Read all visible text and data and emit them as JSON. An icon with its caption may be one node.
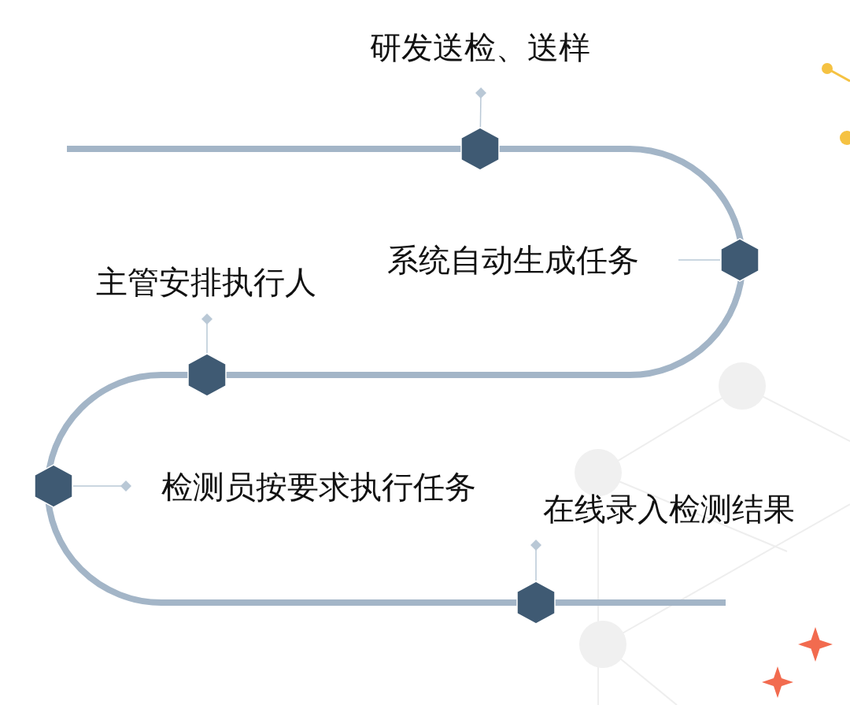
{
  "diagram": {
    "nodes": [
      {
        "text": [
          "研发送检、送样"
        ]
      },
      {
        "text": [
          "系统自动生成任务"
        ]
      },
      {
        "text": [
          "主管安排执行人"
        ]
      },
      {
        "text": [
          "检测员按要求执行任务"
        ]
      },
      {
        "text": [
          "在线录入检测结果"
        ]
      },
      {
        "text": [],
        "shape": "hexagon"
      },
      {
        "text": [],
        "shape": "hexagon"
      },
      {
        "text": [],
        "shape": "hexagon"
      },
      {
        "text": [],
        "shape": "hexagon"
      },
      {
        "text": [],
        "shape": "hexagon"
      }
    ],
    "edges": [
      {
        "from": 0,
        "to": 5,
        "arrow": "other"
      },
      {
        "from": 1,
        "to": 6,
        "arrow": "none"
      },
      {
        "from": 2,
        "to": 7,
        "arrow": "other"
      },
      {
        "from": 3,
        "to": 8,
        "arrow": "other"
      },
      {
        "from": 4,
        "to": 9,
        "arrow": "other"
      }
    ]
  }
}
